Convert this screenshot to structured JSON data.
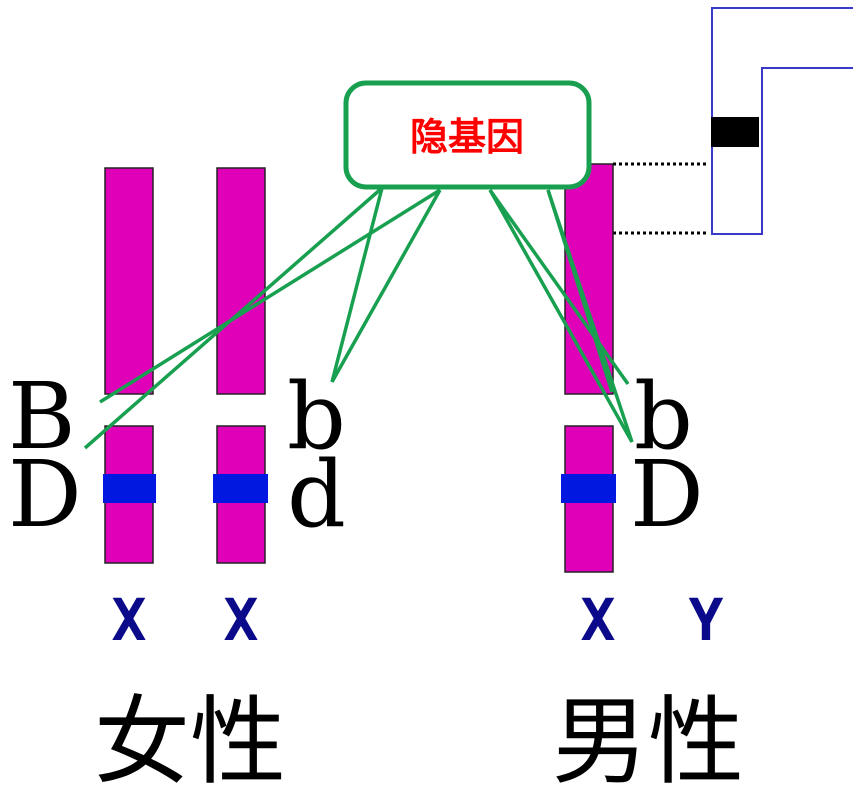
{
  "callout": {
    "text": "隐基因"
  },
  "female": {
    "label": "女性",
    "chromosome1": {
      "top_allele": "B",
      "bottom_allele": "D",
      "label": "X"
    },
    "chromosome2": {
      "top_allele": "b",
      "bottom_allele": "d",
      "label": "X"
    }
  },
  "male": {
    "label": "男性",
    "chromosome_x": {
      "top_allele": "b",
      "bottom_allele": "D",
      "label": "X"
    },
    "chromosome_y": {
      "label": "Y"
    }
  },
  "colors": {
    "chromosome": "#e000b8",
    "band": "#0018e0",
    "pointer": "#18a050",
    "callout_text": "#ff0000",
    "xy_label": "#0a0a8a"
  }
}
